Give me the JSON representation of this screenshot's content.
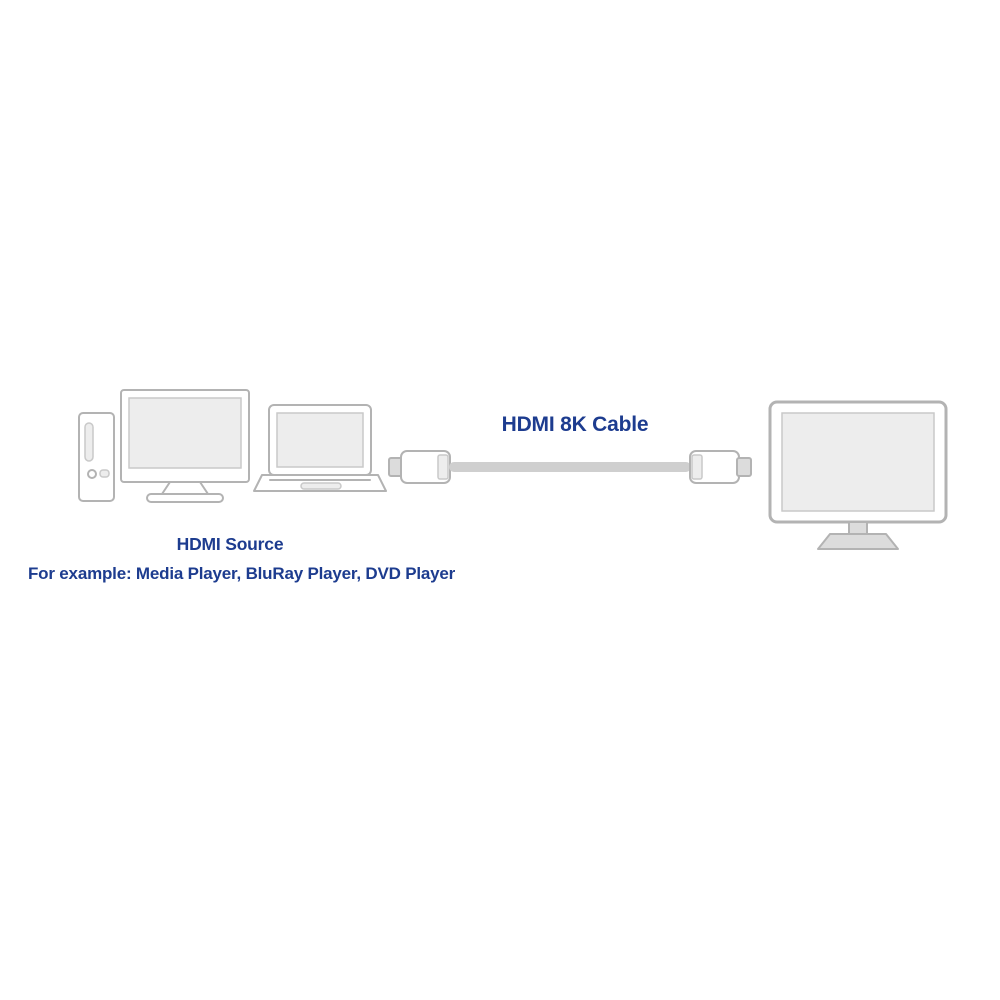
{
  "diagram": {
    "cable_label": "HDMI 8K Cable",
    "source_label": "HDMI Source",
    "source_examples": "For example: Media Player, BluRay Player, DVD Player"
  },
  "icons": [
    {
      "name": "pc-tower-icon",
      "meaning": "desktop media player / PC tower source device"
    },
    {
      "name": "monitor-icon",
      "meaning": "desktop monitor source device"
    },
    {
      "name": "laptop-icon",
      "meaning": "laptop source device"
    },
    {
      "name": "hdmi-cable-icon",
      "meaning": "HDMI 8K cable with two connectors"
    },
    {
      "name": "tv-icon",
      "meaning": "television / display output device"
    }
  ],
  "colors": {
    "accent_text": "#1d3c8f",
    "line_gray": "#b3b3b3",
    "fill_light": "#ededed",
    "fill_mid": "#dcdcdc",
    "background": "#ffffff"
  }
}
